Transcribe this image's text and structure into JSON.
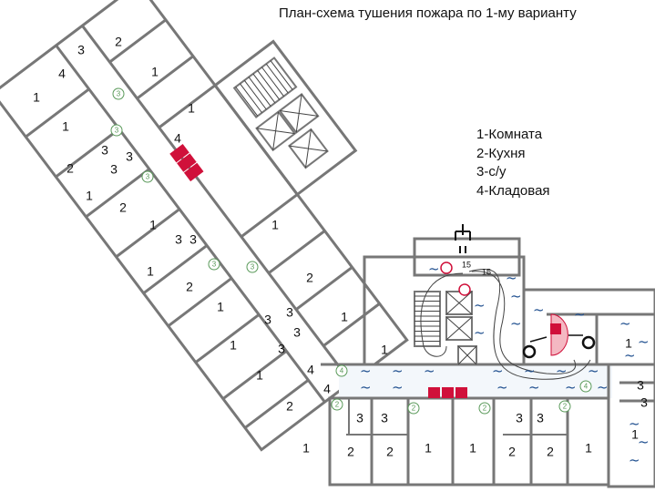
{
  "title": "План-схема тушения пожара по 1-му варианту",
  "legend": [
    "1-Комната",
    "2-Кухня",
    "3-с/у",
    "4-Кладовая"
  ],
  "room_labels": [
    "2",
    "3",
    "4",
    "1",
    "1",
    "1",
    "1",
    "4",
    "3",
    "3",
    "3",
    "2",
    "1",
    "2",
    "1",
    "1",
    "3",
    "3",
    "1",
    "2",
    "2",
    "1",
    "3",
    "3",
    "1",
    "3",
    "3",
    "1",
    "4",
    "4",
    "1",
    "1",
    "2",
    "3",
    "3",
    "3",
    "3",
    "1",
    "2",
    "2",
    "1",
    "1",
    "2",
    "2",
    "1",
    "1",
    "3",
    "3",
    "1"
  ],
  "markers": [
    "3",
    "3",
    "3",
    "3",
    "3",
    "4",
    "4",
    "2",
    "2",
    "2",
    "2"
  ],
  "hose_lengths": [
    "15",
    "15"
  ],
  "colors": {
    "walls": "#777777",
    "fire_equipment": "#d0103a",
    "water": "#1f4f8f",
    "markers": "#5a9a5a"
  },
  "icons": {
    "hydrant": "hydrant-icon",
    "fire_cabinet": "fire-cabinet-icon",
    "nozzle": "fire-nozzle-icon",
    "water": "water-wave-icon"
  }
}
